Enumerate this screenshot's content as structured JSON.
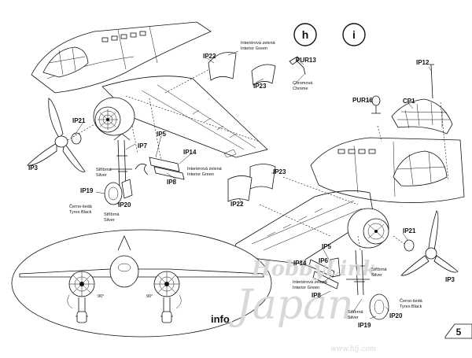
{
  "callouts": {
    "h": "h",
    "i": "i"
  },
  "labels": {
    "ip22_top": "IP22",
    "ip23_top": "IP23",
    "pur13": "PUR13",
    "ip12": "IP12",
    "pur16": "PUR16",
    "cp1": "CP1",
    "ip21_left": "IP21",
    "ip3_left": "IP3",
    "ip7": "IP7",
    "ip5_left": "IP5",
    "ip14_left": "IP14",
    "ip8_left": "IP8",
    "ip19_left": "IP19",
    "ip20_left": "IP20",
    "ip23_mid": "IP23",
    "ip22_mid": "IP22",
    "ip21_right": "IP21",
    "ip3_right": "IP3",
    "ip5_right": "IP5",
    "ip14_right": "IP14",
    "ip6": "IP6",
    "ip8_right": "IP8",
    "ip19_right": "IP19",
    "ip20_right": "IP20",
    "page": "5",
    "info": "info",
    "deg_left": "90°",
    "deg_right": "90°"
  },
  "colors": {
    "interior_green_cz": "Interiérová zelená",
    "interior_green_en": "Interior Green",
    "interior_green2_cz": "Interiérová zelená",
    "interior_green2_en": "Interior Green",
    "interior_green3_cz": "Interiérová zelená",
    "interior_green3_en": "Interior Green",
    "chrome_cz": "Chromová",
    "chrome_en": "Chrome",
    "silver_l1_cz": "Stříbrná",
    "silver_l1_en": "Silver",
    "silver_l2_cz": "Stříbrná",
    "silver_l2_en": "Silver",
    "tyres_l_cz": "Černo-šedá",
    "tyres_l_en": "Tyres Black",
    "silver_r1_cz": "Stříbrná",
    "silver_r1_en": "Silver",
    "silver_r2_cz": "Stříbrná",
    "silver_r2_en": "Silver",
    "tyres_r_cz": "Černo-šedá",
    "tyres_r_en": "Tyres Black"
  },
  "watermark": {
    "line1": "HobbyLink",
    "line2": "Japan",
    "line3": "www.hlj.com"
  }
}
